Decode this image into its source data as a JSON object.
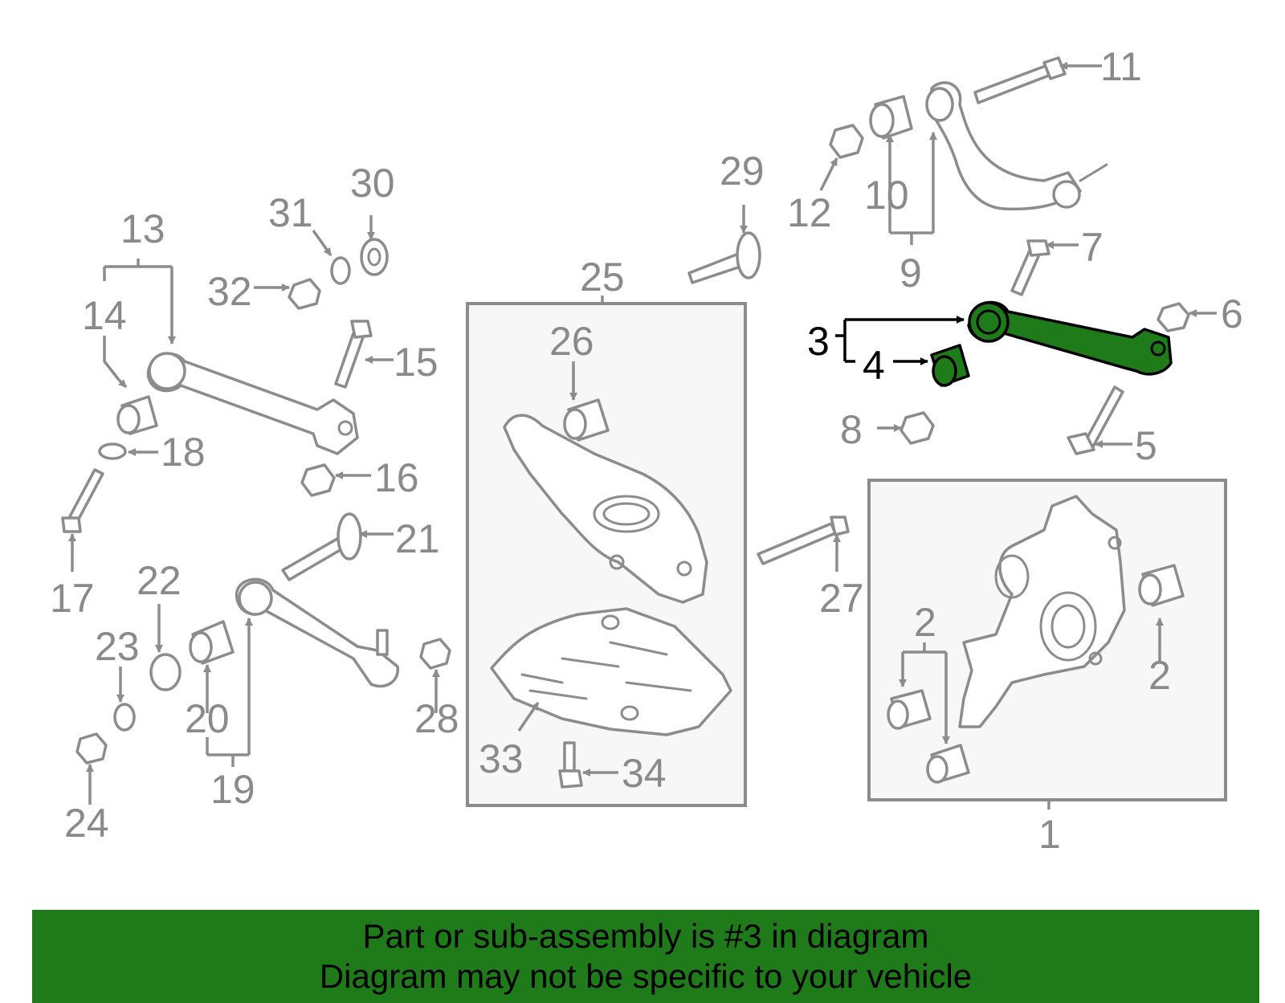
{
  "labels": {
    "n1": "1",
    "n2a": "2",
    "n2b": "2",
    "n3": "3",
    "n4": "4",
    "n5": "5",
    "n6": "6",
    "n7": "7",
    "n8": "8",
    "n9": "9",
    "n10": "10",
    "n11": "11",
    "n12": "12",
    "n13": "13",
    "n14": "14",
    "n15": "15",
    "n16": "16",
    "n17": "17",
    "n18": "18",
    "n19": "19",
    "n20": "20",
    "n21": "21",
    "n22": "22",
    "n23": "23",
    "n24": "24",
    "n25": "25",
    "n26": "26",
    "n27": "27",
    "n28": "28",
    "n29": "29",
    "n30": "30",
    "n31": "31",
    "n32": "32",
    "n33": "33",
    "n34": "34"
  },
  "highlight": {
    "part_number": "3",
    "color": "#1f7a1a"
  },
  "banner": {
    "line1": "Part or sub-assembly is #3 in diagram",
    "line2": "Diagram may not be specific to your vehicle",
    "background": "#1f7a1a"
  }
}
